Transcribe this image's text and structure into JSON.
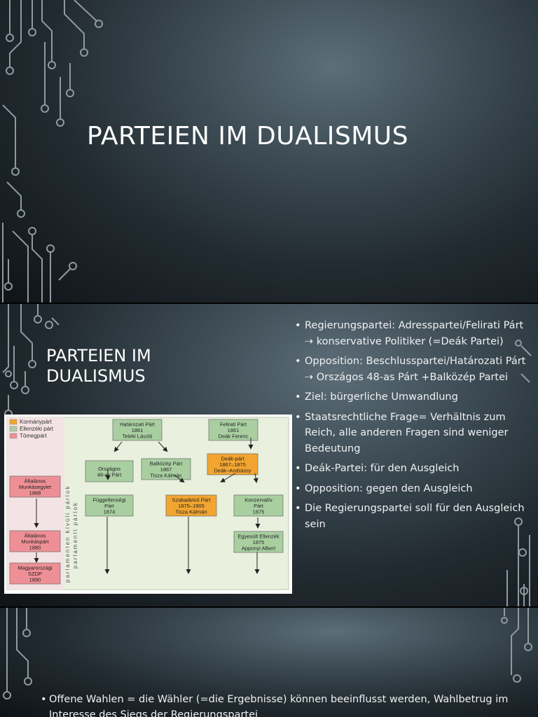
{
  "slide1": {
    "title": "PARTEIEN IM DUALISMUS"
  },
  "slide2": {
    "title": "PARTEIEN IM DUALISMUS",
    "bullets": [
      "Regierungspartei: Adresspartei/Felirati Párt ⇢ konservative Politiker (=Deák Partei)",
      "Opposition: Beschlusspartei/Határozati Párt ⇢ Országos 48-as Párt +Balközép Partei",
      "Ziel: bürgerliche Umwandlung",
      "Staatsrechtliche Frage= Verhältnis zum Reich, alle anderen Fragen sind weniger Bedeutung",
      "Deák-Partei: für den Ausgleich",
      "Opposition: gegen den Ausgleich",
      "Die Regierungspartei soll für den Ausgleich sein"
    ],
    "diagram": {
      "legend": [
        "Kormánypárt",
        "Ellenzéki párt",
        "Tömegpárt"
      ],
      "legend_colors": [
        "#f2a531",
        "#a9cfa1",
        "#ee8f96"
      ],
      "vertical_labels": [
        "parlamenten kívüli pártok",
        "parlamenti pártok"
      ],
      "boxes": {
        "hatarozati": [
          "Határozati Párt",
          "1861",
          "Teleki László"
        ],
        "felirati": [
          "Felirati Párt",
          "1861",
          "Deák Ferenc"
        ],
        "orszagos": [
          "Országos",
          "48-as Párt"
        ],
        "balkozep": [
          "Balközép Párt",
          "1867",
          "Tisza Kálmán"
        ],
        "deak": [
          "Deák-párt",
          "1867–1875",
          "Deák–Andrássy"
        ],
        "fuggetlensegi": [
          "Függetlenségi",
          "Párt",
          "1874"
        ],
        "szabadelvu": [
          "Szabadelvű Párt",
          "1875–1905",
          "Tisza Kálmán"
        ],
        "konzervativ": [
          "Konzervatív",
          "Párt",
          "1875"
        ],
        "egyesult": [
          "Egyesült Ellenzék",
          "1875",
          "Apponyi Albert"
        ],
        "munkasegylet": [
          "Általános",
          "Munkásegylet",
          "1868"
        ],
        "munkaspart": [
          "Általános",
          "Munkáspárt",
          "1880"
        ],
        "szdp": [
          "Magyarországi",
          "SZDP",
          "1890"
        ]
      }
    }
  },
  "slide3": {
    "bullets": [
      "Offene Wahlen = die Wähler (=die Ergebnisse) können beeinflusst werden, Wahlbetrug im Interesse des Siegs der Regierungspartei"
    ]
  }
}
